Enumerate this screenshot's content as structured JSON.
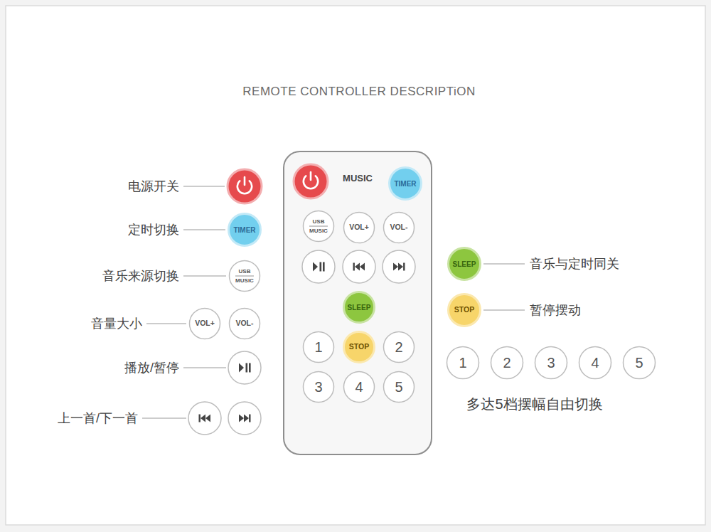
{
  "diagram": {
    "title": "REMOTE CONTROLLER DESCRIPTiON",
    "nodes": [
      {
        "text": [
          "MUSIC"
        ]
      },
      {
        "text": [
          "TIMER"
        ],
        "in": 0
      },
      {
        "text": [
          "USB MUSIC"
        ],
        "in": 0
      },
      {
        "text": [
          "VOL+"
        ],
        "in": 0
      },
      {
        "text": [
          "VOL-"
        ],
        "in": 0
      },
      {
        "text": [
          "SLEEP"
        ],
        "in": 0
      },
      {
        "text": [
          "1"
        ],
        "in": 0
      },
      {
        "text": [
          "STOP"
        ],
        "in": 0
      },
      {
        "text": [
          "2"
        ],
        "in": 0
      },
      {
        "text": [
          "3"
        ],
        "in": 0
      },
      {
        "text": [
          "4"
        ],
        "in": 0
      },
      {
        "text": [
          "5"
        ],
        "in": 0
      },
      {
        "text": [
          "TIMER"
        ]
      },
      {
        "text": [
          "USB MUSIC"
        ]
      },
      {
        "text": [
          "VOL+"
        ]
      },
      {
        "text": [
          "VOL-"
        ]
      },
      {
        "text": [
          "SLEEP"
        ]
      },
      {
        "text": [
          "STOP"
        ]
      },
      {
        "text": [
          "1"
        ]
      },
      {
        "text": [
          "2"
        ]
      },
      {
        "text": [
          "3"
        ]
      },
      {
        "text": [
          "4"
        ]
      },
      {
        "text": [
          "5"
        ]
      }
    ],
    "labels": [
      "电源开关",
      "定时切换",
      "音乐来源切换",
      "音量大小",
      "播放/暂停",
      "上一首/下一首",
      "音乐与定时同关",
      "暂停摆动",
      "多达5档摆幅自由切换"
    ]
  }
}
